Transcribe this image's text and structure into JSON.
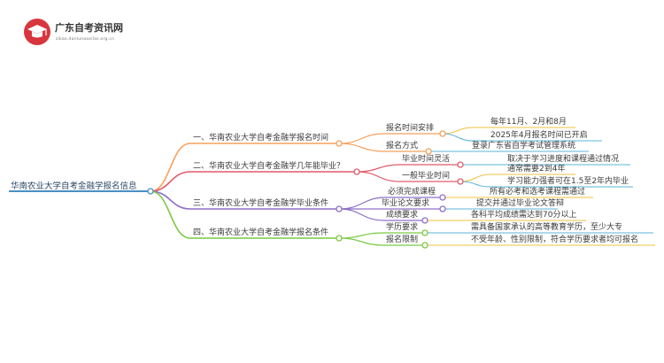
{
  "logo": {
    "title": "广东自考资讯网",
    "domain": "zikao.danlunaoxilas.org.cn"
  },
  "colors": {
    "root": "#4a8fc3",
    "branch1": "#f5a05b",
    "branch2": "#e05a6b",
    "branch3": "#8e6fc9",
    "branch4": "#7ac943",
    "leaf_a": "#f0c040",
    "leaf_b": "#5ab4d9"
  },
  "mindmap": {
    "root": "华南农业大学自考金融学报名信息",
    "branches": [
      {
        "label": "一、华南农业大学自考金融学报名时间",
        "children": [
          {
            "label": "报名时间安排",
            "details": [
              "每年11月、2月和8月",
              "2025年4月报名时间已开启"
            ]
          },
          {
            "label": "报名方式",
            "details": [
              "登录广东省自学考试管理系统"
            ]
          }
        ]
      },
      {
        "label": "二、华南农业大学自考金融学几年能毕业？",
        "children": [
          {
            "label": "毕业时间灵活",
            "details": [
              "取决于学习进度和课程通过情况"
            ]
          },
          {
            "label": "一般毕业时间",
            "details": [
              "通常需要2到4年",
              "学习能力强者可在1.5至2年内毕业"
            ]
          }
        ]
      },
      {
        "label": "三、华南农业大学自考金融学毕业条件",
        "children": [
          {
            "label": "必须完成课程",
            "details": [
              "所有必考和选考课程需通过"
            ]
          },
          {
            "label": "毕业论文要求",
            "details": [
              "提交并通过毕业论文答辩"
            ]
          },
          {
            "label": "成绩要求",
            "details": [
              "各科平均成绩需达到70分以上"
            ]
          }
        ]
      },
      {
        "label": "四、华南农业大学自考金融学报名条件",
        "children": [
          {
            "label": "学历要求",
            "details": [
              "需具备国家承认的高等教育学历，至少大专"
            ]
          },
          {
            "label": "报名限制",
            "details": [
              "不受年龄、性别限制，符合学历要求者均可报名"
            ]
          }
        ]
      }
    ]
  }
}
